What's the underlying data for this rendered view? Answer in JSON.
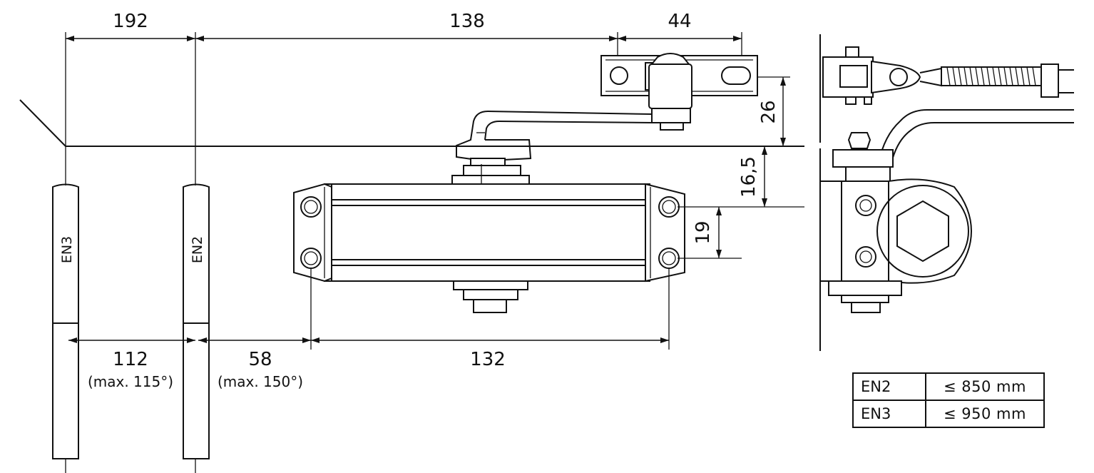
{
  "dimensions": {
    "d192": "192",
    "d138": "138",
    "d44": "44",
    "d26": "26",
    "d16_5": "16,5",
    "d19": "19",
    "d112": "112",
    "d112_note": "(max. 115°)",
    "d58": "58",
    "d58_note": "(max. 150°)",
    "d132": "132"
  },
  "arm_labels": {
    "en3": "EN3",
    "en2": "EN2"
  },
  "spec_table": {
    "rows": [
      {
        "class": "EN2",
        "value": "≤ 850 mm"
      },
      {
        "class": "EN3",
        "value": "≤ 950 mm"
      }
    ]
  }
}
